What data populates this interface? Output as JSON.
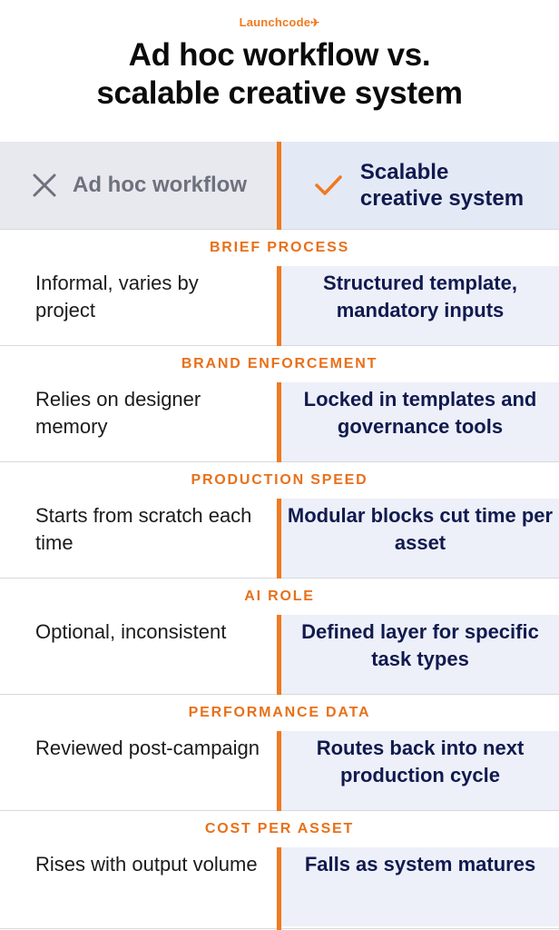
{
  "brand": {
    "name": "Launchcode",
    "icon": "paper-plane-icon"
  },
  "title": {
    "line1": "Ad hoc workflow vs.",
    "line2": "scalable creative system"
  },
  "header": {
    "left_label": "Ad hoc workflow",
    "left_icon": "x-icon",
    "right_label_line1": "Scalable",
    "right_label_line2": "creative system",
    "right_icon": "check-icon"
  },
  "colors": {
    "accent": "#f07a1f",
    "label": "#e8701a",
    "navy": "#111a4e",
    "left_header_bg": "#e7e9ee",
    "right_bg": "#edf0f9"
  },
  "rows": [
    {
      "label": "BRIEF PROCESS",
      "left": "Informal, varies by project",
      "right": "Structured template, mandatory inputs"
    },
    {
      "label": "BRAND ENFORCEMENT",
      "left": "Relies on designer memory",
      "right": "Locked in templates and governance tools"
    },
    {
      "label": "PRODUCTION SPEED",
      "left": "Starts from scratch each time",
      "right": "Modular blocks cut time per asset"
    },
    {
      "label": "AI ROLE",
      "left": "Optional, inconsistent",
      "right": "Defined layer for specific task types"
    },
    {
      "label": "PERFORMANCE DATA",
      "left": "Reviewed post-campaign",
      "right": "Routes back into next production cycle"
    },
    {
      "label": "COST PER ASSET",
      "left": "Rises with output volume",
      "right": "Falls as system matures"
    }
  ]
}
